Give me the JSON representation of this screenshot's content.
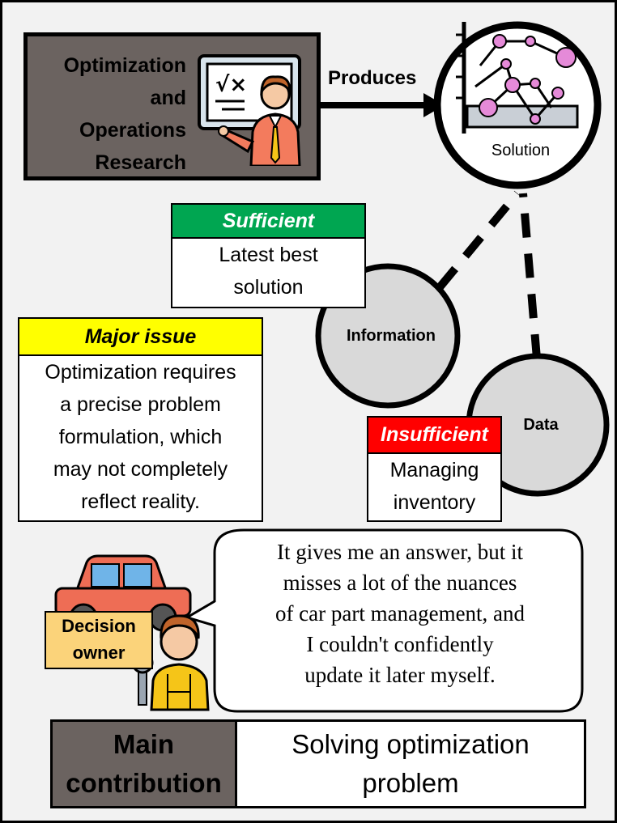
{
  "research_box": {
    "title": "Optimization\nand\nOperations\nResearch"
  },
  "arrow": {
    "label": "Produces"
  },
  "nodes": {
    "solution": "Solution",
    "information": "Information",
    "data": "Data"
  },
  "tags": {
    "sufficient": {
      "header": "Sufficient",
      "body": "Latest best\nsolution",
      "color": "#00a651"
    },
    "major_issue": {
      "header": "Major issue",
      "body": "Optimization requires\na precise problem\nformulation, which\nmay not completely\nreflect reality.",
      "color": "#ffff00"
    },
    "insufficient": {
      "header": "Insufficient",
      "body": "Managing\ninventory",
      "color": "#ff0000"
    }
  },
  "speech": {
    "text": "It gives me an answer, but it\nmisses a lot of the nuances\nof car part management, and\nI couldn't confidently\nupdate it later myself."
  },
  "decision_owner": {
    "label": "Decision\nowner"
  },
  "main_contribution": {
    "label": "Main\ncontribution",
    "value": "Solving optimization\nproblem"
  },
  "icons": [
    "teacher-icon",
    "chart-icon",
    "car-icon",
    "mechanic-icon"
  ]
}
